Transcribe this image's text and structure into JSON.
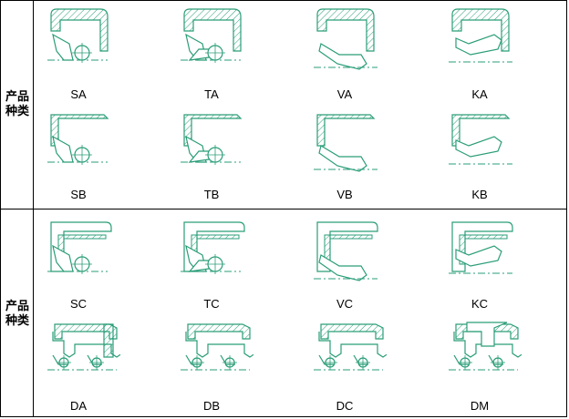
{
  "colors": {
    "seal": "#2a9d78",
    "axis": "#2a9d78",
    "border": "#000000"
  },
  "sections": [
    {
      "label": "产品\n种类",
      "rows": [
        [
          "SA",
          "TA",
          "VA",
          "KA"
        ],
        [
          "SB",
          "TB",
          "VB",
          "KB"
        ]
      ]
    },
    {
      "label": "产品\n种类",
      "rows": [
        [
          "SC",
          "TC",
          "VC",
          "KC"
        ],
        [
          "DA",
          "DB",
          "DC",
          "DM"
        ]
      ]
    }
  ]
}
